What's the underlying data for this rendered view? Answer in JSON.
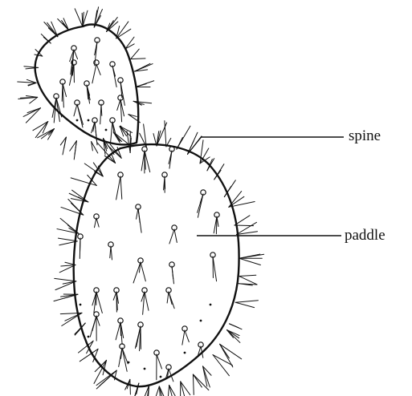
{
  "diagram": {
    "subject": "prickly-pear-cactus",
    "labels": {
      "spine": "spine",
      "paddle": "paddle"
    },
    "colors": {
      "ink": "#111111",
      "background": "#ffffff"
    }
  }
}
